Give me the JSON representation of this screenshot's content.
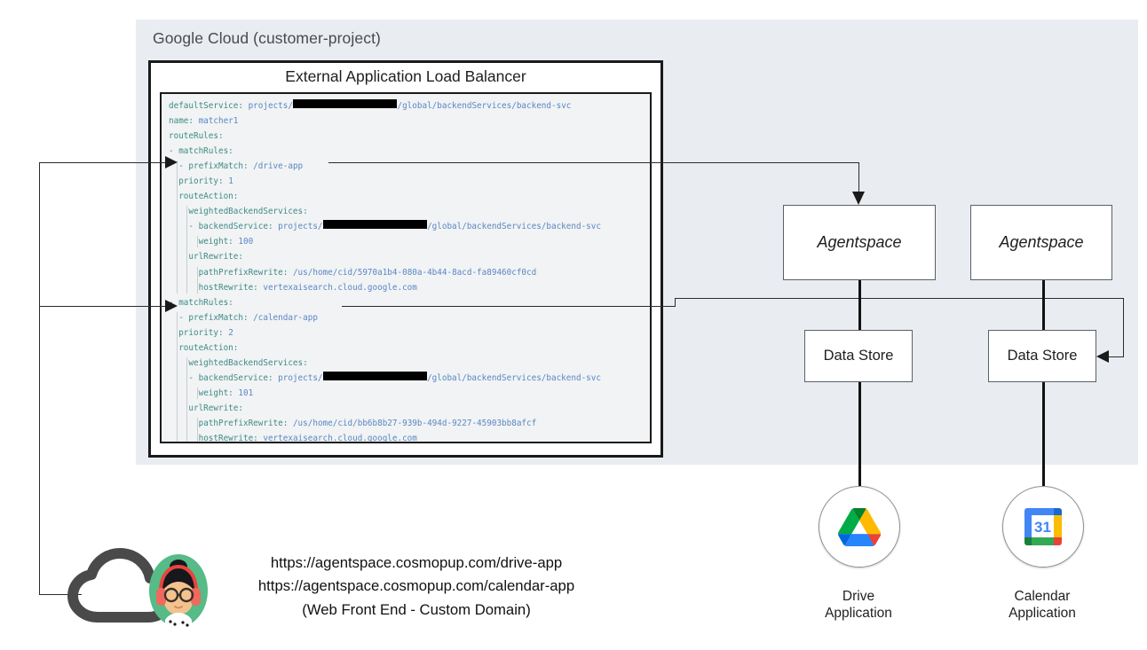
{
  "container": {
    "label": "Google Cloud (customer-project)",
    "bg_color": "#e9edf1"
  },
  "load_balancer": {
    "title": "External Application Load Balancer",
    "yaml": {
      "lines": [
        {
          "indent": 0,
          "key": "defaultService",
          "sep": ": ",
          "value_pre": "projects/",
          "redacted": true,
          "value_post": "/global/backendServices/backend-svc"
        },
        {
          "indent": 0,
          "key": "name",
          "sep": ": ",
          "value": "matcher1"
        },
        {
          "indent": 0,
          "key": "routeRules",
          "sep": ":",
          "value": ""
        },
        {
          "indent": 0,
          "key": "- matchRules",
          "sep": ":",
          "value": ""
        },
        {
          "indent": 1,
          "key": "- prefixMatch",
          "sep": ": ",
          "value": "/drive-app"
        },
        {
          "indent": 1,
          "key": "priority",
          "sep": ": ",
          "value": "1"
        },
        {
          "indent": 1,
          "key": "routeAction",
          "sep": ":",
          "value": ""
        },
        {
          "indent": 2,
          "key": "weightedBackendServices",
          "sep": ":",
          "value": ""
        },
        {
          "indent": 2,
          "key": "- backendService",
          "sep": ": ",
          "value_pre": "projects/",
          "redacted": true,
          "value_post": "/global/backendServices/backend-svc"
        },
        {
          "indent": 3,
          "key": "weight",
          "sep": ": ",
          "value": "100"
        },
        {
          "indent": 2,
          "key": "urlRewrite",
          "sep": ":",
          "value": ""
        },
        {
          "indent": 3,
          "key": "pathPrefixRewrite",
          "sep": ": ",
          "value": "/us/home/cid/5970a1b4-080a-4b44-8acd-fa89460cf0cd"
        },
        {
          "indent": 3,
          "key": "hostRewrite",
          "sep": ": ",
          "value": "vertexaisearch.cloud.google.com"
        },
        {
          "indent": 0,
          "key": "- matchRules",
          "sep": ":",
          "value": ""
        },
        {
          "indent": 1,
          "key": "- prefixMatch",
          "sep": ": ",
          "value": "/calendar-app"
        },
        {
          "indent": 1,
          "key": "priority",
          "sep": ": ",
          "value": "2"
        },
        {
          "indent": 1,
          "key": "routeAction",
          "sep": ":",
          "value": ""
        },
        {
          "indent": 2,
          "key": "weightedBackendServices",
          "sep": ":",
          "value": ""
        },
        {
          "indent": 2,
          "key": "- backendService",
          "sep": ": ",
          "value_pre": "projects/",
          "redacted": true,
          "value_post": "/global/backendServices/backend-svc"
        },
        {
          "indent": 3,
          "key": "weight",
          "sep": ": ",
          "value": "101"
        },
        {
          "indent": 2,
          "key": "urlRewrite",
          "sep": ":",
          "value": ""
        },
        {
          "indent": 3,
          "key": "pathPrefixRewrite",
          "sep": ": ",
          "value": "/us/home/cid/bb6b8b27-939b-494d-9227-45903bb8afcf"
        },
        {
          "indent": 3,
          "key": "hostRewrite",
          "sep": ": ",
          "value": "vertexaisearch.cloud.google.com"
        }
      ],
      "key_color": "#3f8a86",
      "value_color": "#5b86c4",
      "bg_color": "#f1f3f4"
    }
  },
  "nodes": {
    "agentspace_left": "Agentspace",
    "agentspace_right": "Agentspace",
    "datastore_left": "Data Store",
    "datastore_right": "Data Store"
  },
  "applications": [
    {
      "icon": "google-drive-icon",
      "caption_line1": "Drive",
      "caption_line2": "Application"
    },
    {
      "icon": "google-calendar-icon",
      "caption_line1": "Calendar",
      "caption_line2": "Application",
      "day": "31"
    }
  ],
  "front_end": {
    "url_drive": "https://agentspace.cosmopup.com/drive-app",
    "url_calendar": "https://agentspace.cosmopup.com/calendar-app",
    "note": "(Web Front End - Custom Domain)",
    "icon_cloud": "cloud-icon",
    "icon_user": "user-avatar-icon"
  }
}
